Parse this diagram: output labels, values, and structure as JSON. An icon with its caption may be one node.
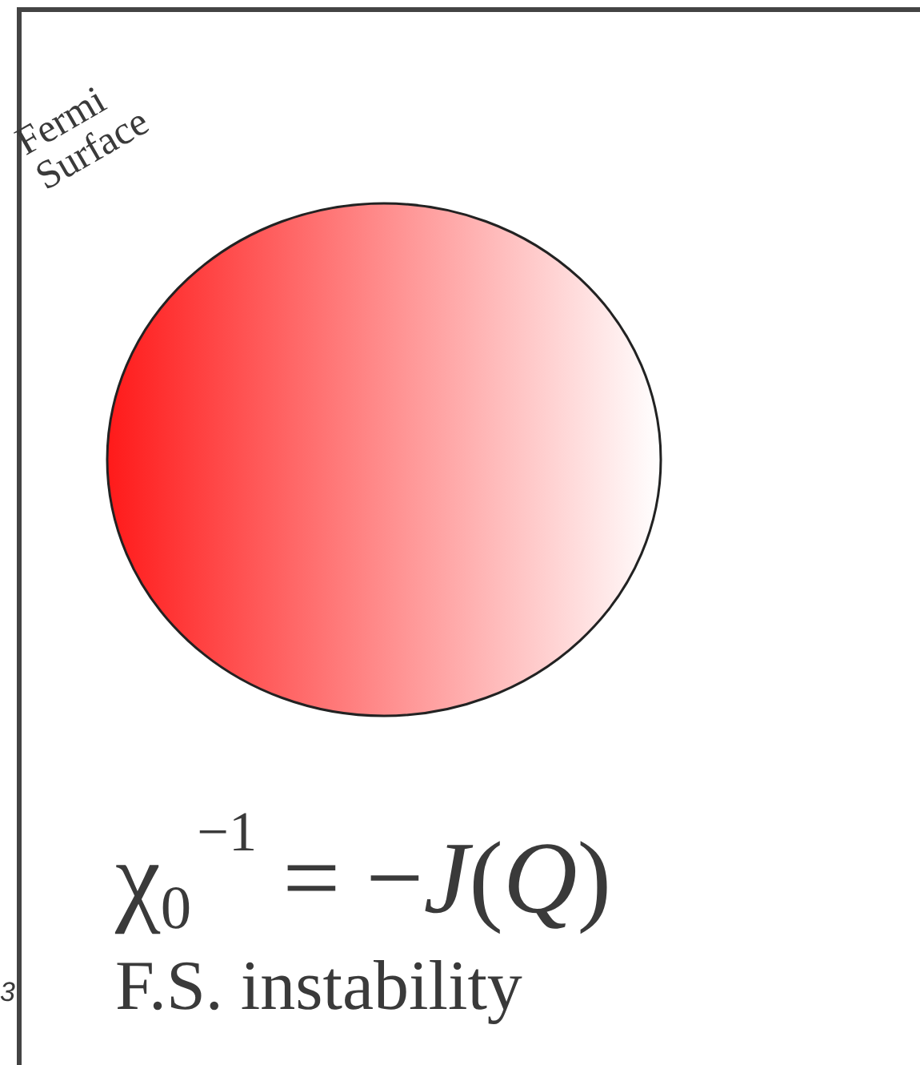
{
  "diagram": {
    "labels": [
      "Fermi Surface",
      "χ$_{0}$$^{−1}$ = −*J*(*Q*)",
      "F.S. instability",
      "3"
    ]
  }
}
